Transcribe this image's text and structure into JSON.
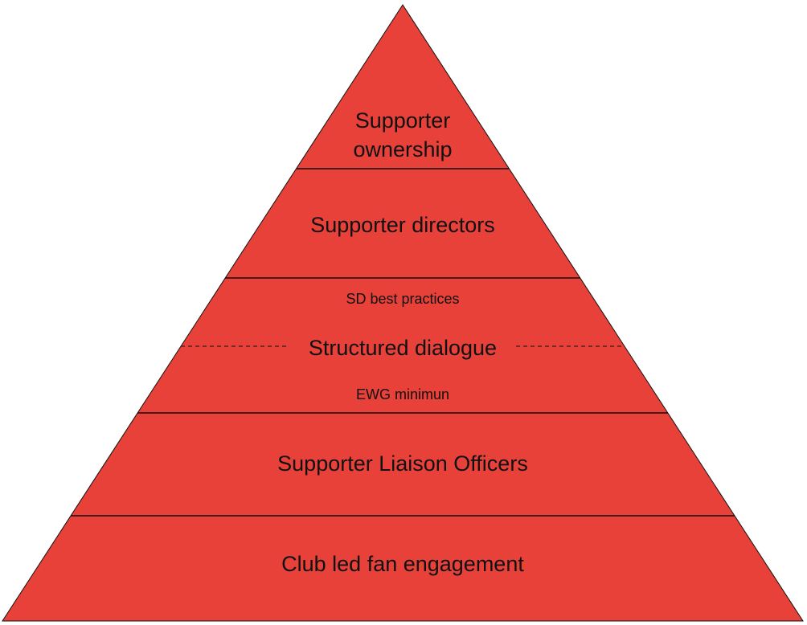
{
  "colors": {
    "fill": "#E8413A",
    "stroke": "#111111"
  },
  "levels": {
    "top_line1": "Supporter",
    "top_line2": "ownership",
    "directors": "Supporter directors",
    "sd_best": "SD best practices",
    "structured": "Structured dialogue",
    "ewg": "EWG minimun",
    "slo": "Supporter Liaison Officers",
    "club": "Club led fan engagement"
  }
}
